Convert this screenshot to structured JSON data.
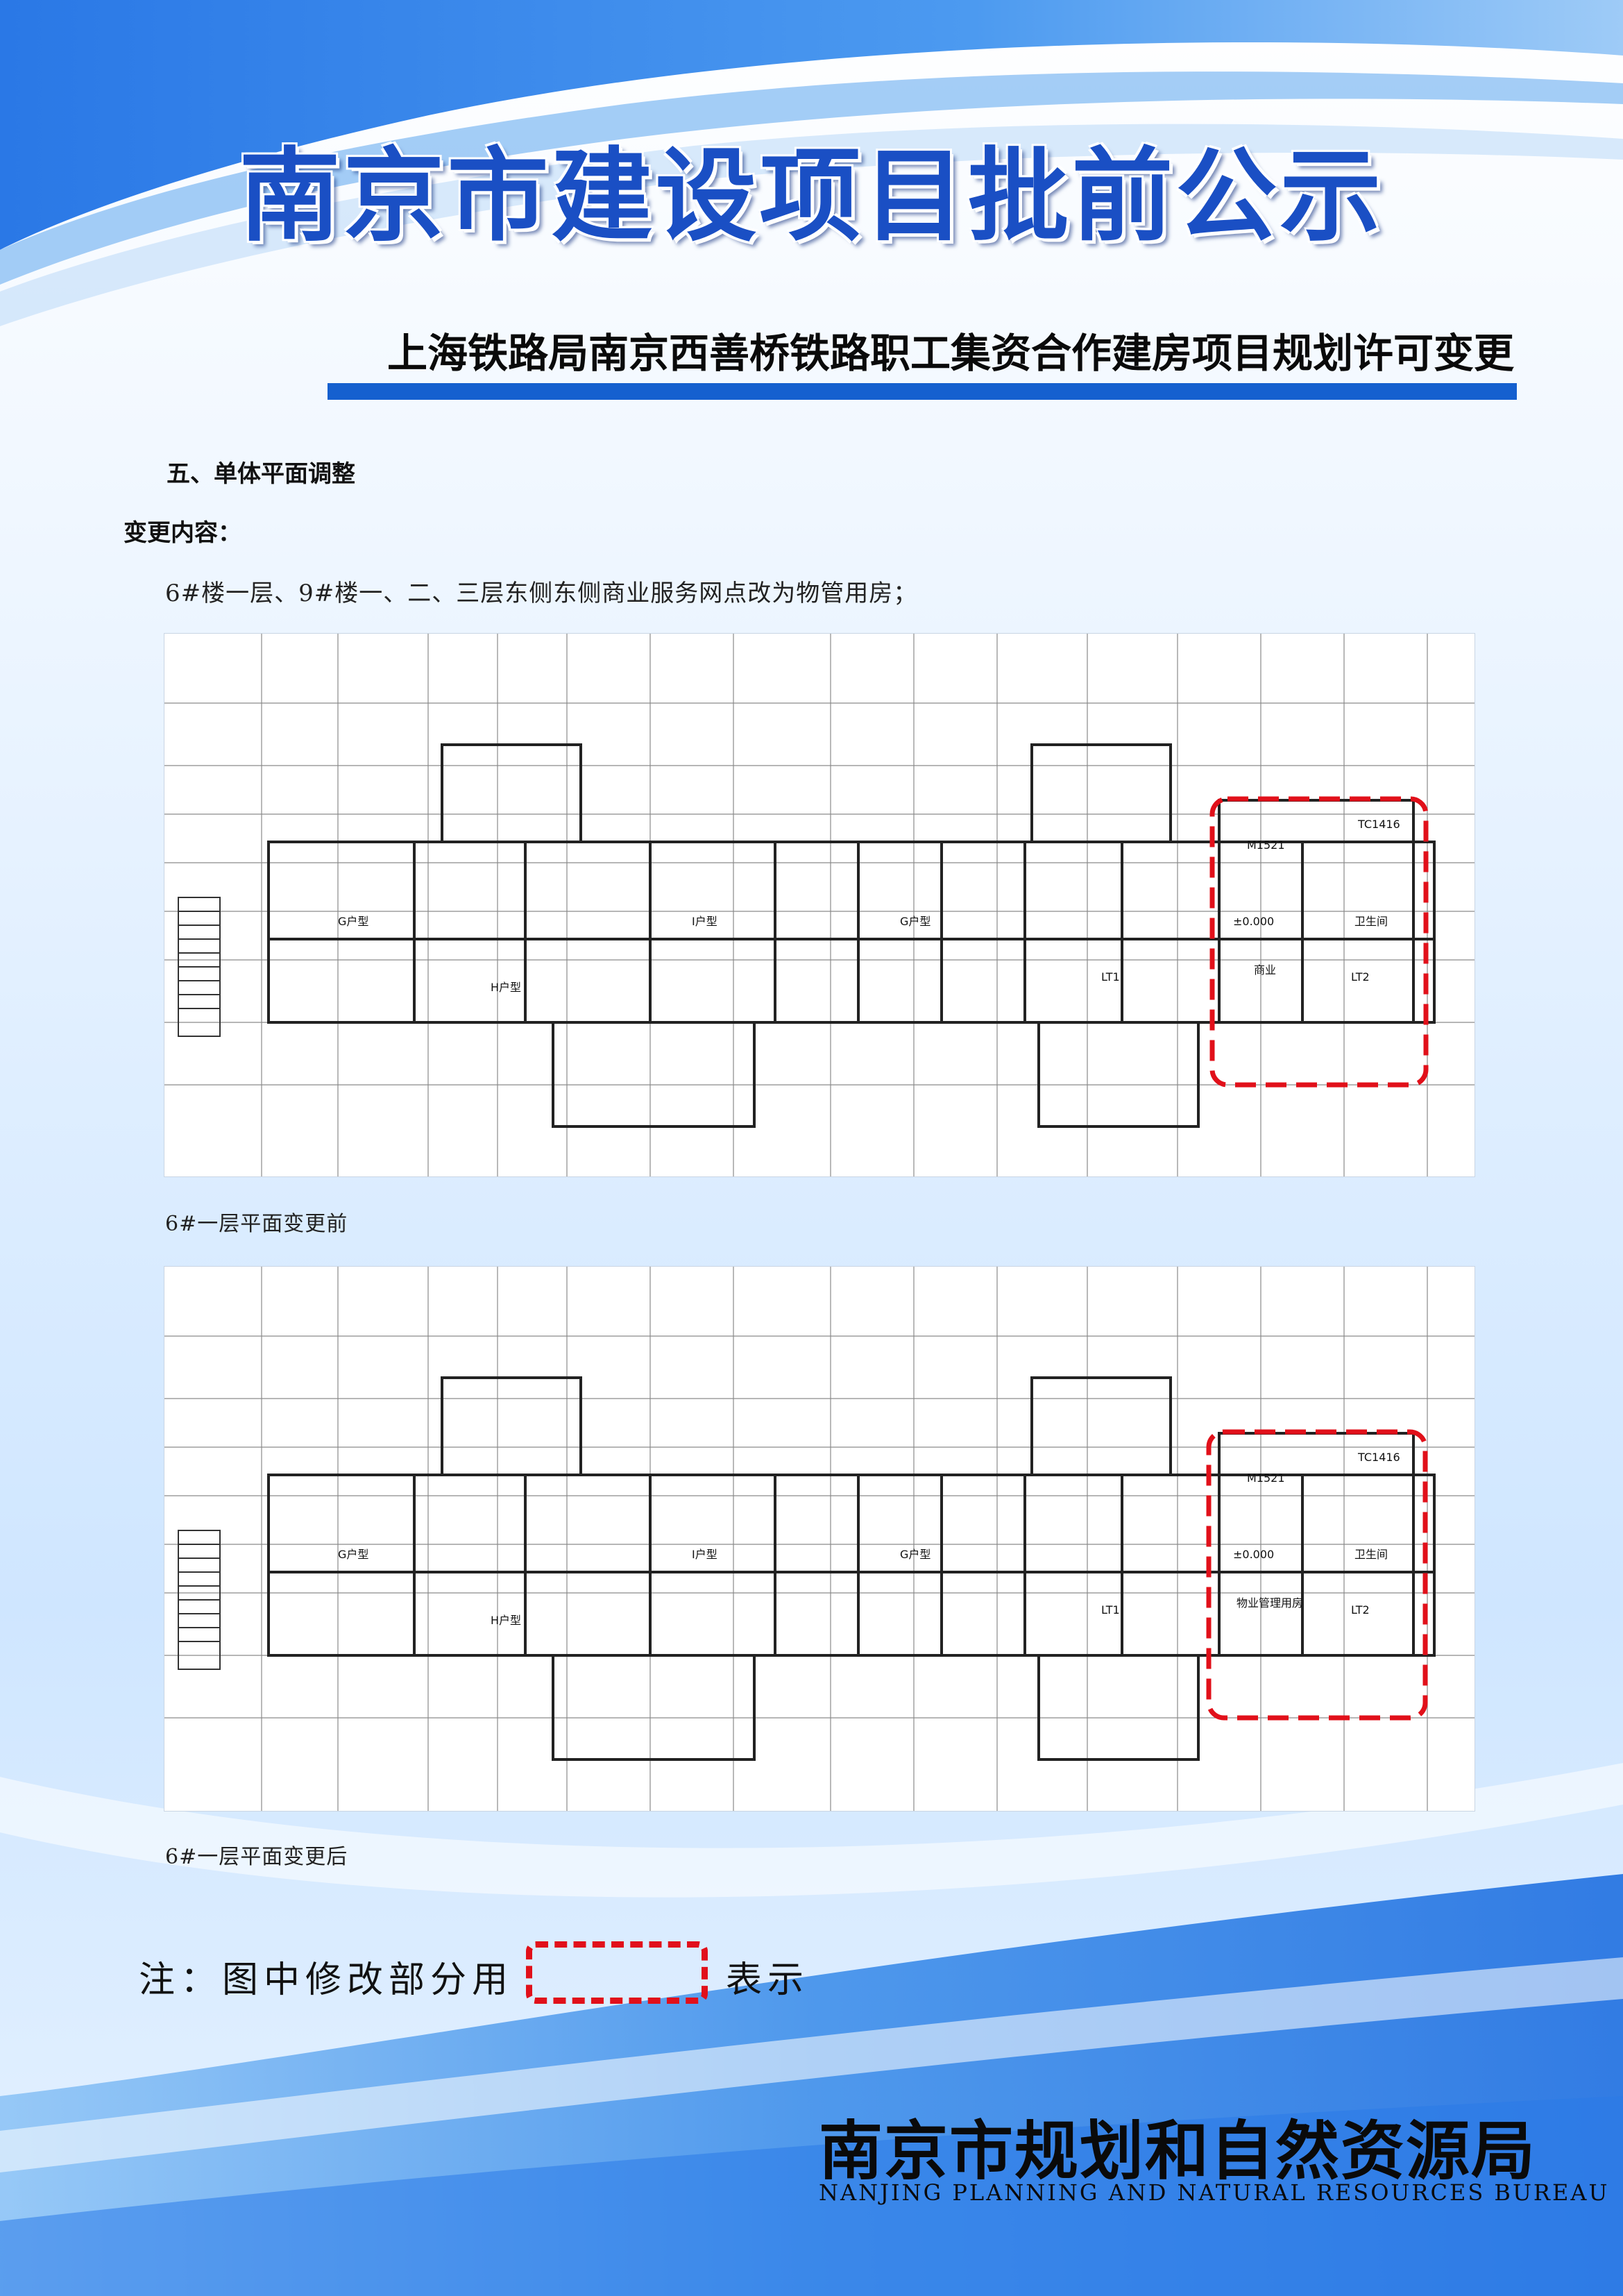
{
  "header": {
    "main_title": "南京市建设项目批前公示",
    "project_title": "上海铁路局南京西善桥铁路职工集资合作建房项目规划许可变更"
  },
  "body": {
    "section_heading": "五、单体平面调整",
    "change_label": "变更内容：",
    "change_description": "6#楼一层、9#楼一、二、三层东侧东侧商业服务网点改为物管用房；"
  },
  "figures": [
    {
      "caption": "6#一层平面变更前"
    },
    {
      "caption": "6#一层平面变更后"
    }
  ],
  "plan_labels": {
    "unit_g": "G户型",
    "unit_i": "I户型",
    "unit_h": "H户型",
    "elev_zero": "±0.000",
    "lt1": "LT1",
    "lt2": "LT2",
    "door": "M1521",
    "before_room": "商业",
    "after_room": "物业管理用房",
    "window": "TC1416",
    "toilet": "卫生间"
  },
  "note": {
    "prefix": "注：图中修改部分用",
    "suffix": "表示"
  },
  "footer": {
    "agency_name": "南京市规划和自然资源局",
    "agency_name_en": "NANJING PLANNING AND NATURAL RESOURCES BUREAU"
  },
  "colors": {
    "banner_blue": "#1560cf",
    "highlight_red": "#e1101a",
    "title_blue": "#1a4fc4"
  }
}
